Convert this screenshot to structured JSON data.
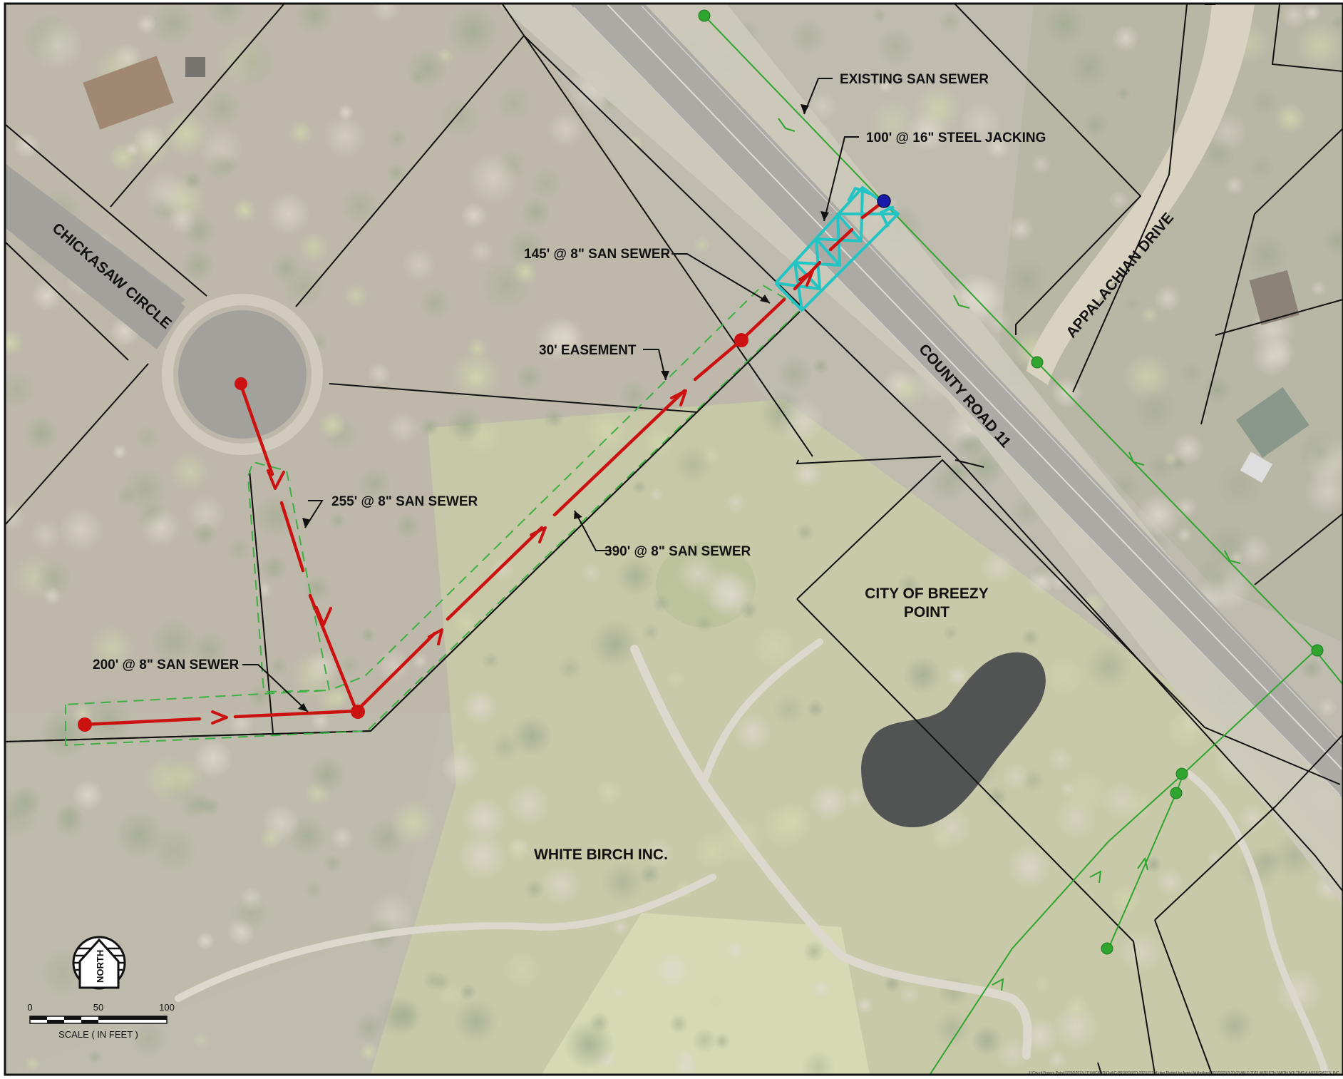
{
  "labels": {
    "existing_san_sewer": "EXISTING SAN SEWER",
    "steel_jacking": "100' @ 16\" STEEL JACKING",
    "sewer_145": "145' @ 8\" SAN SEWER",
    "easement_30": "30' EASEMENT",
    "sewer_255": "255' @ 8\" SAN SEWER",
    "sewer_390": "390' @ 8\" SAN SEWER",
    "sewer_200": "200' @ 8\" SAN SEWER",
    "city_line1": "CITY OF BREEZY",
    "city_line2": "POINT",
    "white_birch": "WHITE BIRCH INC."
  },
  "roads": {
    "chickasaw": "CHICKASAW CIRCLE",
    "county_road": "COUNTY ROAD 11",
    "appalachian": "APPALACHIAN DRIVE"
  },
  "north_arrow": {
    "label": "NORTH"
  },
  "scale_bar": {
    "ticks": [
      "0",
      "50",
      "100"
    ],
    "caption": "SCALE ( IN FEET )"
  },
  "footer": "J:\\City of Breezy Point 02260\\2023-11164\\CADD\\Civil\\C-PROPOSED-2023-11164.dwg    Plotted by Avery Mulholland    7/31/2023 8:20:03 AM    © 2023 WIDSETH SMITH NOLTING & ASSOCIATES, INC.",
  "colors": {
    "proposed_sewer": "#cc1111",
    "existing_sewer": "#22aa22",
    "easement": "#3cb043",
    "jacking": "#22c4c4",
    "parcel_line": "#111111",
    "connection_point": "#1a1aaa"
  }
}
